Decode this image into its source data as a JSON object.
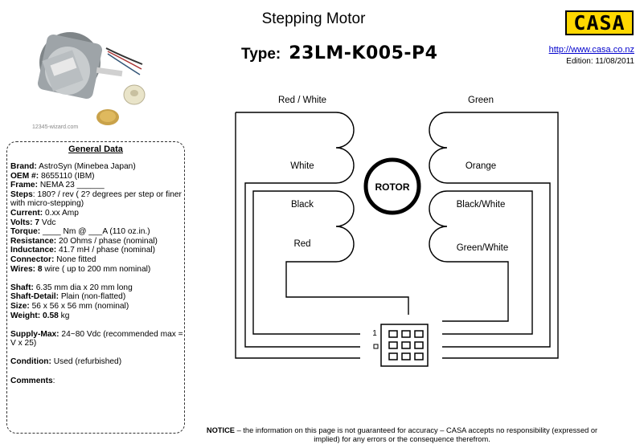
{
  "header": {
    "title": "Stepping Motor",
    "type_label": "Type:",
    "type_value": "23LM-K005-P4",
    "logo_text": "CASA",
    "url": "http://www.casa.co.nz",
    "edition": "Edition: 11/08/2011"
  },
  "photo": {
    "caption": "12345-wizard.com"
  },
  "general_data": {
    "title": "General Data",
    "brand_label": "Brand:",
    "brand_value": " AstroSyn (Minebea Japan)",
    "oem_label": "OEM #:",
    "oem_value": " 8655110 (IBM)",
    "frame_label": "Frame:",
    "frame_value": " NEMA 23 ______",
    "steps_label": "Steps",
    "steps_value": ": 180? / rev ( 2? degrees per step or finer with micro-stepping)",
    "current_label": "Current:",
    "current_value": " 0.xx  Amp",
    "volts_label": "Volts: 7",
    "volts_value": " Vdc",
    "torque_label": "Torque:",
    "torque_value": " ____ Nm @ ___A (110 oz.in.)",
    "resistance_label": "Resistance:",
    "resistance_value": " 20 Ohms / phase (nominal)",
    "inductance_label": "Inductance:",
    "inductance_value": " 41.7 mH / phase (nominal)",
    "connector_label": "Connector:",
    "connector_value": "  None fitted",
    "wires_label": "Wires: 8",
    "wires_value": " wire ( up to 200 mm nominal)",
    "shaft_label": "Shaft:",
    "shaft_value": " 6.35 mm dia x 20 mm long",
    "shaft_detail_label": "Shaft-Detail:",
    "shaft_detail_value": " Plain (non-flatted)",
    "size_label": "Size:",
    "size_value": " 56 x 56 x 56 mm (nominal)",
    "weight_label": "Weight: 0.58",
    "weight_value": " kg",
    "supply_label": "Supply-Max:",
    "supply_value": " 24~80 Vdc (recommended max = V x 25)",
    "condition_label": "Condition:",
    "condition_value": " Used  (refurbished)",
    "comments_label": "Comments",
    "comments_value": ":"
  },
  "diagram": {
    "wire_red_white": "Red / White",
    "wire_white": "White",
    "wire_black": "Black",
    "wire_red": "Red",
    "wire_green": "Green",
    "wire_orange": "Orange",
    "wire_black_white": "Black/White",
    "wire_green_white": "Green/White",
    "rotor_label": "ROTOR",
    "pin_one_label": "1"
  },
  "notice": {
    "label": "NOTICE",
    "text": " – the information on this page is not guaranteed for accuracy – CASA accepts no responsibility (expressed or implied) for any errors or the consequence therefrom."
  }
}
